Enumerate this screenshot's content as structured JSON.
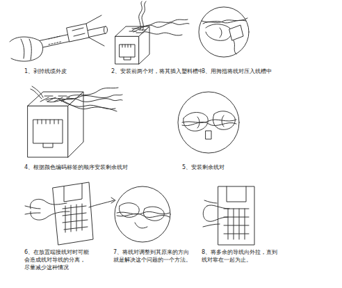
{
  "diagram": {
    "labels": [
      "1、剥掉线缆外皮",
      "2、安装前两个对，将其插入塑料槽中",
      "3、用拇指将线对压入线槽中",
      "4、根据颜色编码标签的顺序安装剩余线对",
      "5、安装剩余线对",
      "6、在放置端接线对时可能 会造成线对导线的分离， 尽量减少这种情况",
      "7、将线对调整到其原来的方向 就是解决这个问题的一个方法。",
      "8、将多余的导线向外拉，直到 线对靠在一起为止。"
    ]
  }
}
